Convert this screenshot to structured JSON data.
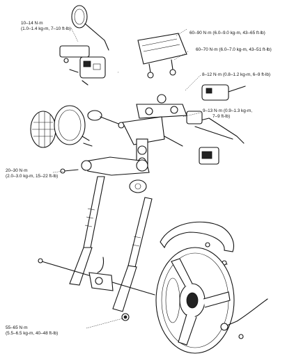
{
  "torque_specs": [
    {
      "id": "mirror",
      "line1": "10–14 N·m",
      "line2": "(1.0–1.4 kg-m, 7–10 ft-lb)"
    },
    {
      "id": "steering-stem-nut",
      "line1": "60–90 N·m (6.0–9.0 kg-m, 43–65 ft-lb)"
    },
    {
      "id": "fork-top-bolt",
      "line1": "60–70 N·m (6.0–7.0 kg-m, 43–51 ft-lb)"
    },
    {
      "id": "handlebar-holder",
      "line1": "8–12 N·m (0.8–1.2 kg-m, 6–9 ft-lb)"
    },
    {
      "id": "top-bridge-pinch",
      "line1": "9–13 N·m (0.9–1.3 kg-m,",
      "line2": "7–9 ft-lb)"
    },
    {
      "id": "bottom-bridge-pinch",
      "line1": "20–30 N·m",
      "line2": "(2.0–3.0 kg-m, 15–22 ft-lb)"
    },
    {
      "id": "axle-nut",
      "line1": "55–65 N·m",
      "line2": "(5.5–6.5 kg-m, 40–48 ft-lb)"
    }
  ]
}
